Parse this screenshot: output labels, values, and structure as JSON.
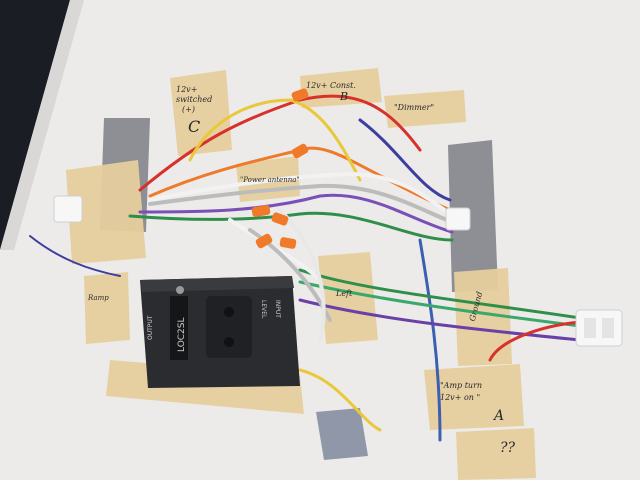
{
  "scene": {
    "description_free": true,
    "colors": {
      "background": "#1b1d24",
      "board": "#ecebe9",
      "tape": "#e6cf9e",
      "duct_tape": "#8d8f94",
      "device": "#2b2c2f"
    }
  },
  "labels": {
    "tag_c_line1": "12v+",
    "tag_c_line2": "switched",
    "tag_c_line3": "(+)",
    "tag_c_letter": "C",
    "tag_b_line1": "12v+ Const.",
    "tag_b_letter": "B",
    "tag_dimmer": "\"Dimmer\"",
    "tag_power_antenna": "\"Power antenna\"",
    "tag_ground": "Ground",
    "tag_amp_line1": "\"Amp turn",
    "tag_amp_line2": "12v+ on \"",
    "tag_amp_letter": "A",
    "tag_question": "??",
    "tag_left": "Left",
    "tag_small": "Ramp",
    "device_brand": "LOC2SL",
    "device_output": "OUTPUT",
    "device_input": "INPUT",
    "device_level": "LEVEL"
  }
}
